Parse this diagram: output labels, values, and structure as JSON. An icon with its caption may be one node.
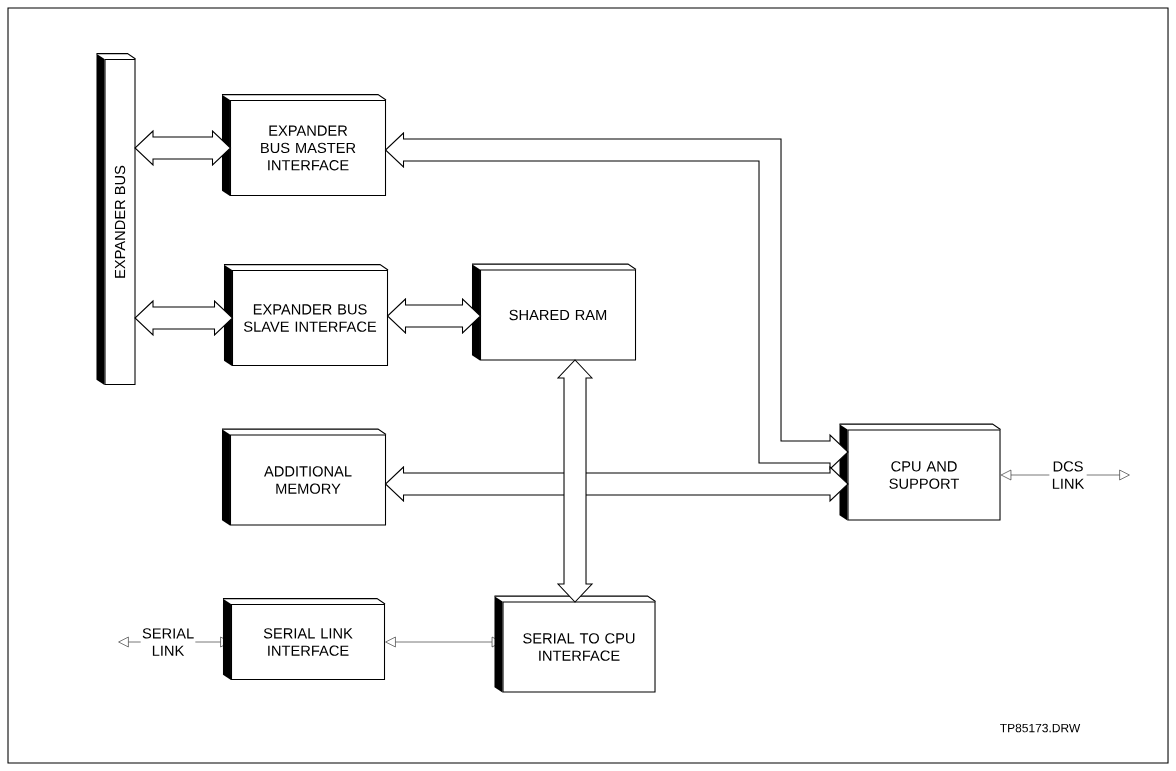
{
  "diagram": {
    "nodes": [
      {
        "text": [
          "EXPANDER BUS"
        ]
      },
      {
        "text": [
          "EXPANDER BUS MASTER INTERFACE"
        ]
      },
      {
        "text": [
          "EXPANDER BUS SLAVE INTERFACE"
        ]
      },
      {
        "text": [
          "SHARED RAM"
        ]
      },
      {
        "text": [
          "ADDITIONAL MEMORY"
        ]
      },
      {
        "text": [
          "CPU AND SUPPORT"
        ]
      },
      {
        "text": [
          "SERIAL LINK INTERFACE"
        ]
      },
      {
        "text": [
          "SERIAL TO CPU INTERFACE"
        ]
      }
    ],
    "edges": [
      {
        "from": 0,
        "to": 1,
        "arrow": "both",
        "style": "thick"
      },
      {
        "from": 0,
        "to": 2,
        "arrow": "both",
        "style": "thick"
      },
      {
        "from": 2,
        "to": 3,
        "arrow": "both",
        "style": "thick"
      },
      {
        "from": 1,
        "to": 5,
        "arrow": "both",
        "style": "thick"
      },
      {
        "from": 4,
        "to": 5,
        "arrow": "both",
        "style": "thick"
      },
      {
        "from": 3,
        "to": 7,
        "arrow": "both",
        "style": "thick"
      },
      {
        "from": 6,
        "to": 7,
        "arrow": "both"
      },
      {
        "from": 5,
        "to": null,
        "arrow": "both",
        "label": "DCS LINK"
      },
      {
        "from": null,
        "to": 6,
        "arrow": "both",
        "label": "SERIAL LINK"
      }
    ],
    "labels": [
      "TP85173.DRW"
    ]
  }
}
